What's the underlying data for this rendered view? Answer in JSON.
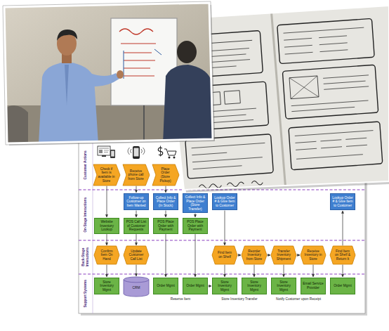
{
  "diagram": {
    "nodes": [
      {
        "text": [
          "Check if Item is available in Store"
        ]
      },
      {
        "text": [
          "Receive phone call from Store"
        ]
      },
      {
        "text": [
          "Place Order (Store Pickup)"
        ]
      },
      {
        "text": [
          "Follow-up Customer on Item Wanted"
        ]
      },
      {
        "text": [
          "Collect Info & Place Order (In Stock)"
        ]
      },
      {
        "text": [
          "Collect Info & Place Order (Store Transfer)"
        ]
      },
      {
        "text": [
          "Lookup Order # & Give Item to Customer"
        ]
      },
      {
        "text": [
          "Lookup Order # & Give Item to Customer"
        ]
      },
      {
        "text": [
          "Website Inventory Lookup"
        ]
      },
      {
        "text": [
          "POS Call List of Customer Requests"
        ]
      },
      {
        "text": [
          "POS Place Order with Payment"
        ]
      },
      {
        "text": [
          "POS Place Order with Payment"
        ]
      },
      {
        "text": [
          "Confirm Item On Hand"
        ]
      },
      {
        "text": [
          "Update Customer Call List"
        ]
      },
      {
        "text": [
          "Find Item on Shelf"
        ]
      },
      {
        "text": [
          "Reorder Inventory from Store"
        ]
      },
      {
        "text": [
          "Transfer Inventory Shipment"
        ]
      },
      {
        "text": [
          "Receive Inventory in Store"
        ]
      },
      {
        "text": [
          "Find Item on Shelf & Return It"
        ]
      },
      {
        "text": [
          "Store Inventory Mgmt"
        ]
      },
      {
        "text": [
          "CRM"
        ]
      },
      {
        "text": [
          "Order Mgmt"
        ]
      },
      {
        "text": [
          "Order Mgmt"
        ]
      },
      {
        "text": [
          "Store Inventory Mgmt"
        ]
      },
      {
        "text": [
          "Store Inventory Mgmt"
        ]
      },
      {
        "text": [
          "Store Inventory Mgmt"
        ]
      },
      {
        "text": [
          "Email Service Provider"
        ]
      },
      {
        "text": [
          "Order Mgmt"
        ]
      }
    ],
    "edges": [
      {
        "from": 0,
        "to": 8,
        "arrow": "to"
      },
      {
        "from": 8,
        "to": 12,
        "arrow": "to"
      },
      {
        "from": 12,
        "to": 19,
        "arrow": "to"
      },
      {
        "from": 1,
        "to": 3,
        "arrow": "to"
      },
      {
        "from": 3,
        "to": 9,
        "arrow": "to"
      },
      {
        "from": 9,
        "to": 13,
        "arrow": "to"
      },
      {
        "from": 13,
        "to": 20,
        "arrow": "to"
      },
      {
        "from": 2,
        "to": 4,
        "arrow": "to"
      },
      {
        "from": 4,
        "to": 10,
        "arrow": "to"
      },
      {
        "from": 10,
        "to": 21,
        "arrow": "to"
      },
      {
        "from": 5,
        "to": 11,
        "arrow": "to"
      },
      {
        "from": 11,
        "to": 22,
        "arrow": "to"
      },
      {
        "from": 22,
        "to": 23,
        "arrow": "to"
      },
      {
        "from": 6,
        "to": 14,
        "arrow": "to"
      },
      {
        "from": 14,
        "to": 23,
        "arrow": "to"
      },
      {
        "from": 14,
        "to": 15,
        "arrow": "to"
      },
      {
        "from": 15,
        "to": 16,
        "arrow": "to"
      },
      {
        "from": 16,
        "to": 17,
        "arrow": "to"
      },
      {
        "from": 15,
        "to": 24,
        "arrow": "to"
      },
      {
        "from": 16,
        "to": 25,
        "arrow": "to"
      },
      {
        "from": 17,
        "to": 26,
        "arrow": "to"
      },
      {
        "from": 18,
        "to": 7,
        "arrow": "to"
      },
      {
        "from": 18,
        "to": 27,
        "arrow": "to"
      }
    ],
    "labels": [
      "Customer Actions",
      "On-Stage Interactions",
      "Back-Stage Interactions",
      "Support Systems",
      "Reserve Item",
      "Store Inventory Transfer",
      "Notify Customer upon Receipt"
    ]
  }
}
